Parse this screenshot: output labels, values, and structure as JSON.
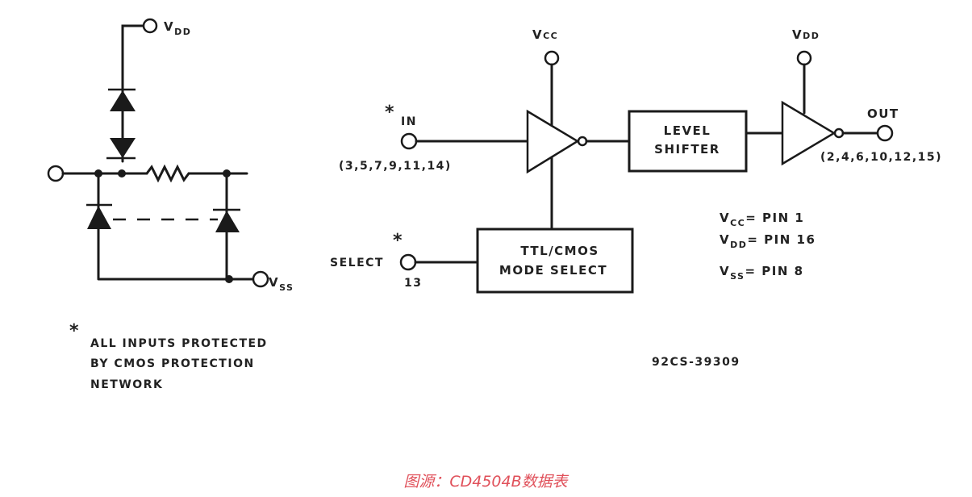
{
  "protection_network": {
    "vdd_label": "V",
    "vdd_sub": "DD",
    "vss_label": "V",
    "vss_sub": "SS",
    "note_star": "*",
    "note_lines": [
      "ALL INPUTS PROTECTED",
      "BY CMOS PROTECTION",
      "NETWORK"
    ]
  },
  "block_diagram": {
    "vcc_label": "V",
    "vcc_sub": "CC",
    "vdd_label": "V",
    "vdd_sub": "DD",
    "input_star": "*",
    "input_label": "IN",
    "input_pins": "(3,5,7,9,11,14)",
    "level_shifter": [
      "LEVEL",
      "SHIFTER"
    ],
    "output_label": "OUT",
    "output_pins": "(2,4,6,10,12,15)",
    "select_star": "*",
    "select_label": "SELECT",
    "select_pin": "13",
    "mode_select": [
      "TTL/CMOS",
      "MODE SELECT"
    ],
    "pin_map": [
      {
        "name": "V",
        "sub": "CC",
        "value": "= PIN 1"
      },
      {
        "name": "V",
        "sub": "DD",
        "value": "= PIN 16"
      },
      {
        "name": "V",
        "sub": "SS",
        "value": "= PIN 8"
      }
    ],
    "figure_id": "92CS-39309"
  },
  "caption": "图源：CD4504B数据表"
}
